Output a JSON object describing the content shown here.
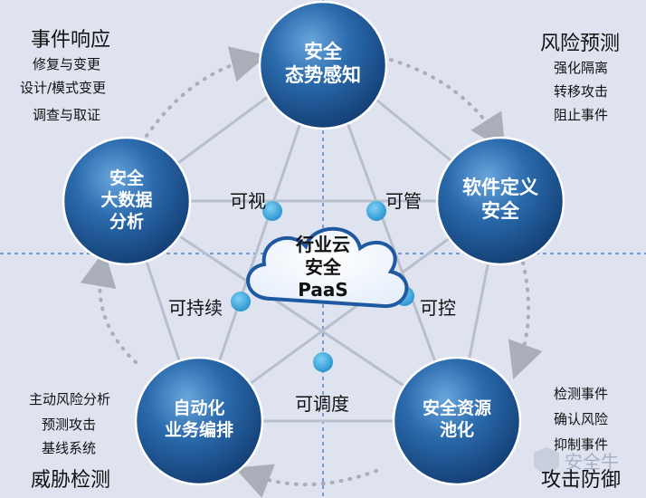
{
  "center": {
    "line1": "行业云",
    "line2": "安全",
    "line3": "PaaS"
  },
  "nodes": {
    "top": {
      "line1": "安全",
      "line2": "态势感知"
    },
    "right": {
      "line1": "软件定义",
      "line2": "安全"
    },
    "bottom_right": {
      "line1": "安全资源",
      "line2": "池化"
    },
    "bottom_left": {
      "line1": "自动化",
      "line2": "业务编排"
    },
    "left": {
      "line1": "安全",
      "line2": "大数据",
      "line3": "分析"
    }
  },
  "edge_labels": {
    "visible": "可视",
    "manageable": "可管",
    "controllable": "可控",
    "schedulable": "可调度",
    "sustainable": "可持续"
  },
  "corners": {
    "top_left": {
      "title": "事件响应",
      "items": [
        "修复与变更",
        "设计/模式变更",
        "调查与取证"
      ]
    },
    "top_right": {
      "title": "风险预测",
      "items": [
        "强化隔离",
        "转移攻击",
        "阻止事件"
      ]
    },
    "bottom_left": {
      "title": "威胁检测",
      "items": [
        "主动风险分析",
        "预测攻击",
        "基线系统"
      ]
    },
    "bottom_right": {
      "title": "攻击防御",
      "items": [
        "检测事件",
        "确认风险",
        "抑制事件"
      ]
    }
  },
  "watermark": {
    "text": "安全牛"
  },
  "colors": {
    "background": "#dfe3f0",
    "node_fill": "#1f5a98",
    "node_highlight": "#5d9ad6",
    "connector_dot": "#3aa6de",
    "line": "#b8bfcc",
    "arrow": "#a9aeb8",
    "divider": "#2d6fc0"
  }
}
